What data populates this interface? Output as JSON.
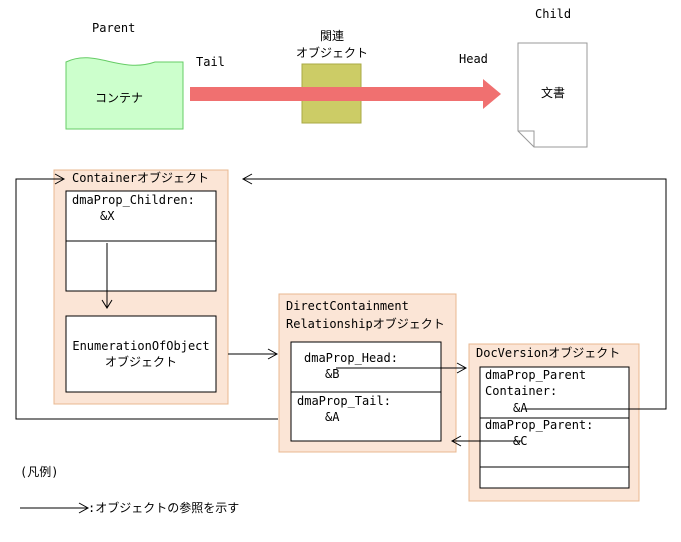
{
  "top": {
    "parent_label": "Parent",
    "child_label": "Child",
    "container_label": "コンテナ",
    "document_label": "文書",
    "relation_label_line1": "関連",
    "relation_label_line2": "オブジェクト",
    "tail_label": "Tail",
    "head_label": "Head"
  },
  "container_box": {
    "title": "Containerオブジェクト",
    "prop_line1": "dmaProp_Children:",
    "prop_line2": "&X",
    "enum_line1": "EnumerationOfObject",
    "enum_line2": "オブジェクト"
  },
  "relationship_box": {
    "title_line1": "DirectContainment",
    "title_line2": "Relationshipオブジェクト",
    "head_line1": "dmaProp_Head:",
    "head_line2": "&B",
    "tail_line1": "dmaProp_Tail:",
    "tail_line2": "&A"
  },
  "docversion_box": {
    "title": "DocVersionオブジェクト",
    "parent_container_line1": "dmaProp_Parent",
    "parent_container_line2": "Container:",
    "parent_container_line3": "&A",
    "parent_line1": "dmaProp_Parent:",
    "parent_line2": "&C"
  },
  "legend": {
    "title": "(凡例)",
    "arrow_description": ":オブジェクトの参照を示す"
  },
  "colors": {
    "container_fill": "#ccffcc",
    "container_stroke": "#66cc66",
    "relation_fill": "#cccc66",
    "big_arrow": "#f07070",
    "box_fill": "#fbe5d6",
    "box_stroke": "#e8b890"
  }
}
